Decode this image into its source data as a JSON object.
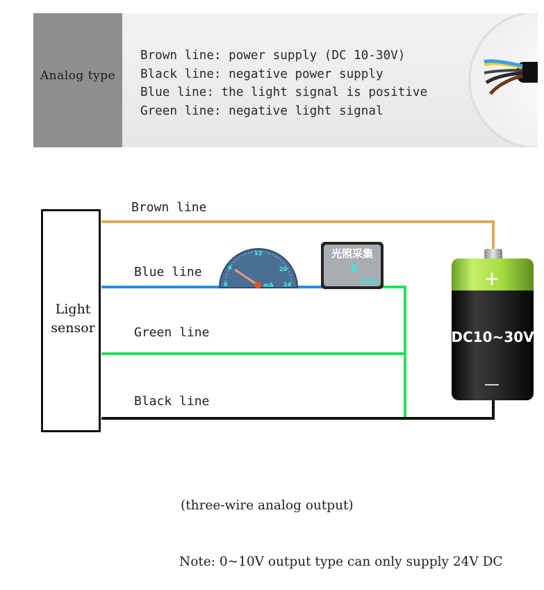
{
  "panel": {
    "tag": "Analog type",
    "wires": [
      "Brown line: power supply (DC 10-30V)",
      "Black line: negative power supply",
      "Blue line: the light signal is positive",
      "Green line: negative light signal"
    ]
  },
  "diagram": {
    "sensor_label": "Light\nsensor",
    "lines": {
      "brown": "Brown line",
      "blue": "Blue line",
      "green": "Green line",
      "black": "Black line"
    },
    "gauge": {
      "ticks": [
        "0",
        "4",
        "12",
        "20",
        "24"
      ],
      "unit": "mA"
    },
    "lux_display": {
      "title": "光照采集",
      "value": "0",
      "unit": "Lux"
    },
    "battery": {
      "label": "DC10~30V",
      "plus": "+",
      "minus": "—"
    }
  },
  "note": {
    "line1": "(three-wire analog output)",
    "line2": "Note: 0~10V output type can only supply 24V DC"
  },
  "colors": {
    "brown_wire": "#e4a955",
    "blue_wire": "#2a8ee0",
    "green_wire": "#23e35a",
    "black_wire": "#111111",
    "battery_green": "#a8e04a",
    "gauge_blue": "#4a6f96"
  }
}
